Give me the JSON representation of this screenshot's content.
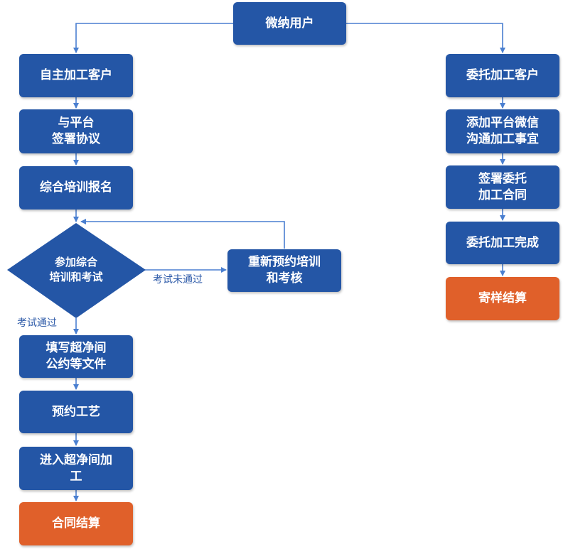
{
  "root": {
    "label": "微纳用户"
  },
  "left_branch": {
    "start": "自主加工客户",
    "sign": "与平台\n签署协议",
    "register": "综合培训报名",
    "decision": "参加综合\n培训和考试",
    "retry": "重新预约培训\n和考核",
    "fail_label": "考试未通过",
    "pass_label": "考试通过",
    "fill_docs": "填写超净间\n公约等文件",
    "book_process": "预约工艺",
    "enter_cleanroom": "进入超净间加\n工",
    "settle": "合同结算"
  },
  "right_branch": {
    "start": "委托加工客户",
    "wechat": "添加平台微信\n沟通加工事宜",
    "contract": "签署委托\n加工合同",
    "complete": "委托加工完成",
    "settle": "寄样结算"
  },
  "colors": {
    "blue": "#2456a6",
    "orange": "#e0602a",
    "connector": "#4a7fd0"
  }
}
